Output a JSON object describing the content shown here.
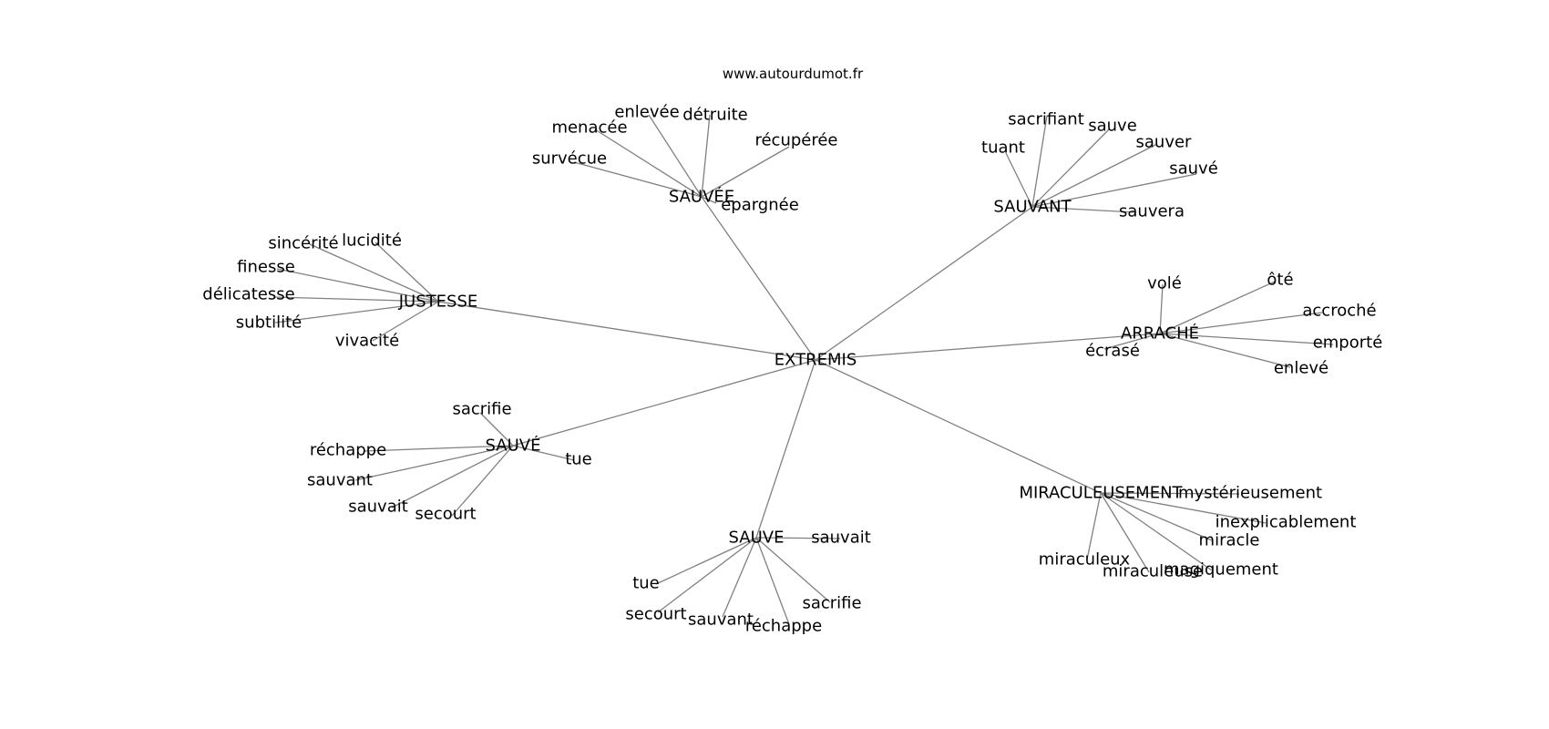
{
  "site": "www.autourdumot.fr",
  "center": "EXTREMIS",
  "hubs": [
    {
      "label": "SAUVÉE",
      "leaves": [
        "enlevée",
        "détruite",
        "menacée",
        "récupérée",
        "survécue",
        "épargnée"
      ]
    },
    {
      "label": "SAUVANT",
      "leaves": [
        "sacrifiant",
        "sauve",
        "tuant",
        "sauver",
        "sauvé",
        "sauvera"
      ]
    },
    {
      "label": "JUSTESSE",
      "leaves": [
        "sincérité",
        "lucidité",
        "finesse",
        "délicatesse",
        "subtilité",
        "vivacité"
      ]
    },
    {
      "label": "ARRACHÉ",
      "leaves": [
        "volé",
        "ôté",
        "accroché",
        "emporté",
        "écrasé",
        "enlevé"
      ]
    },
    {
      "label": "SAUVÉ",
      "leaves": [
        "sacrifie",
        "réchappe",
        "tue",
        "sauvant",
        "sauvait",
        "secourt"
      ]
    },
    {
      "label": "MIRACULEUSEMENT",
      "leaves": [
        "mystérieusement",
        "inexplicablement",
        "miracle",
        "miraculeux",
        "miraculeuse",
        "magiquement"
      ]
    },
    {
      "label": "SAUVE",
      "leaves": [
        "sauvait",
        "tue",
        "secourt",
        "sauvant",
        "sacrifie",
        "réchappe"
      ]
    }
  ]
}
